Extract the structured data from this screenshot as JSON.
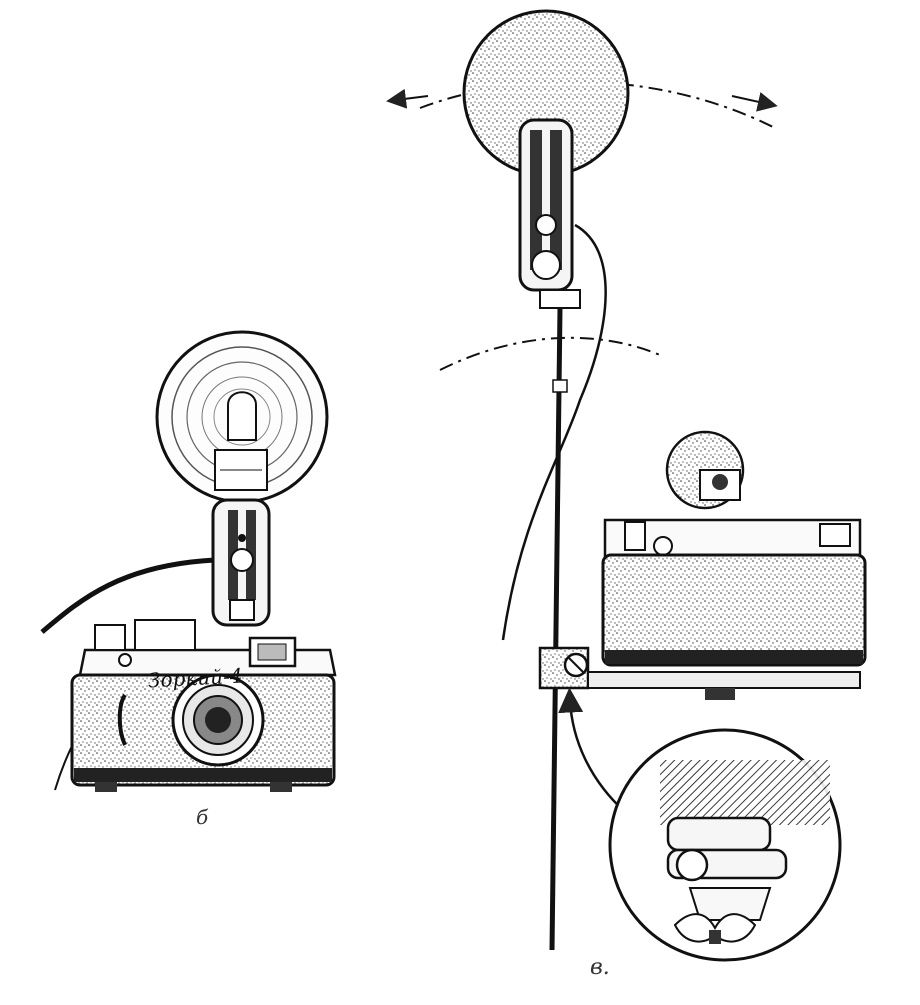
{
  "captions": {
    "left": "б",
    "right": "в."
  },
  "camera_engraving": "Зоркий-4",
  "colors": {
    "ink": "#1a1a1a",
    "paper": "#ffffff",
    "texture": "#555555"
  }
}
